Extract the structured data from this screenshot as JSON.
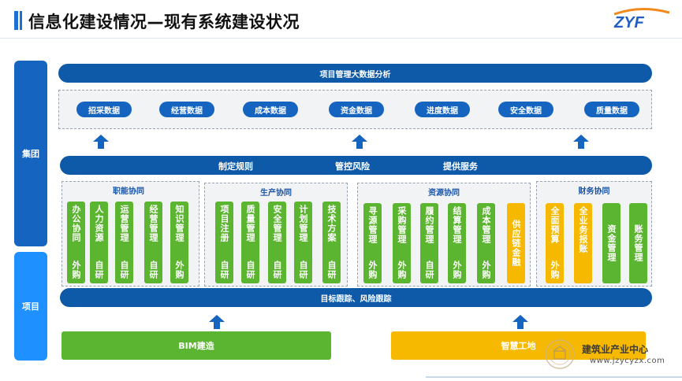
{
  "header": {
    "title": "信息化建设情况—现有系统建设状况",
    "logo_text": "ZYF"
  },
  "side": {
    "jituan": "集团",
    "xiangmu": "项目"
  },
  "top_bar": "项目管理大数据分析",
  "data_items": [
    "招采数据",
    "经营数据",
    "成本数据",
    "资金数据",
    "进度数据",
    "安全数据",
    "质量数据"
  ],
  "middle_bar": [
    "制定规则",
    "管控风险",
    "提供服务"
  ],
  "sections": [
    {
      "title": "职能协同",
      "cards": [
        {
          "name": "办公协同",
          "tag": "外购",
          "color": "green"
        },
        {
          "name": "人力资源",
          "tag": "自研",
          "color": "green"
        },
        {
          "name": "运营管理",
          "tag": "自研",
          "color": "green"
        },
        {
          "name": "经营管理",
          "tag": "自研",
          "color": "green"
        },
        {
          "name": "知识管理",
          "tag": "外购",
          "color": "green"
        }
      ]
    },
    {
      "title": "生产协同",
      "cards": [
        {
          "name": "项目注册",
          "tag": "自研",
          "color": "green"
        },
        {
          "name": "质量管理",
          "tag": "自研",
          "color": "green"
        },
        {
          "name": "安全管理",
          "tag": "自研",
          "color": "green"
        },
        {
          "name": "计划管理",
          "tag": "自研",
          "color": "green"
        },
        {
          "name": "技术方案",
          "tag": "自研",
          "color": "green"
        }
      ]
    },
    {
      "title": "资源协同",
      "cards": [
        {
          "name": "寻源管理",
          "tag": "外购",
          "color": "green"
        },
        {
          "name": "采购管理",
          "tag": "外购",
          "color": "green"
        },
        {
          "name": "履约管理",
          "tag": "自研",
          "color": "green"
        },
        {
          "name": "结算管理",
          "tag": "外购",
          "color": "green"
        },
        {
          "name": "成本管理",
          "tag": "外购",
          "color": "green"
        },
        {
          "name": "供应链金融",
          "tag": "",
          "color": "orange"
        }
      ]
    },
    {
      "title": "财务协同",
      "cards": [
        {
          "name": "全面预算",
          "tag": "外购",
          "color": "orange"
        },
        {
          "name": "全业务报账",
          "tag": "",
          "color": "orange"
        },
        {
          "name": "资金管理",
          "tag": "",
          "color": "green"
        },
        {
          "name": "账务管理",
          "tag": "",
          "color": "green"
        }
      ]
    }
  ],
  "bottom_bar": "目标跟踪、风险跟踪",
  "base": {
    "bim": "BIM建造",
    "site": "智慧工地"
  },
  "watermark": {
    "name": "建筑业产业中心",
    "url": "www.jzycyzx.com"
  },
  "colors": {
    "dark_blue": "#0f5aa8",
    "blue": "#1564c0",
    "green": "#5cb531",
    "orange": "#f6b900"
  }
}
